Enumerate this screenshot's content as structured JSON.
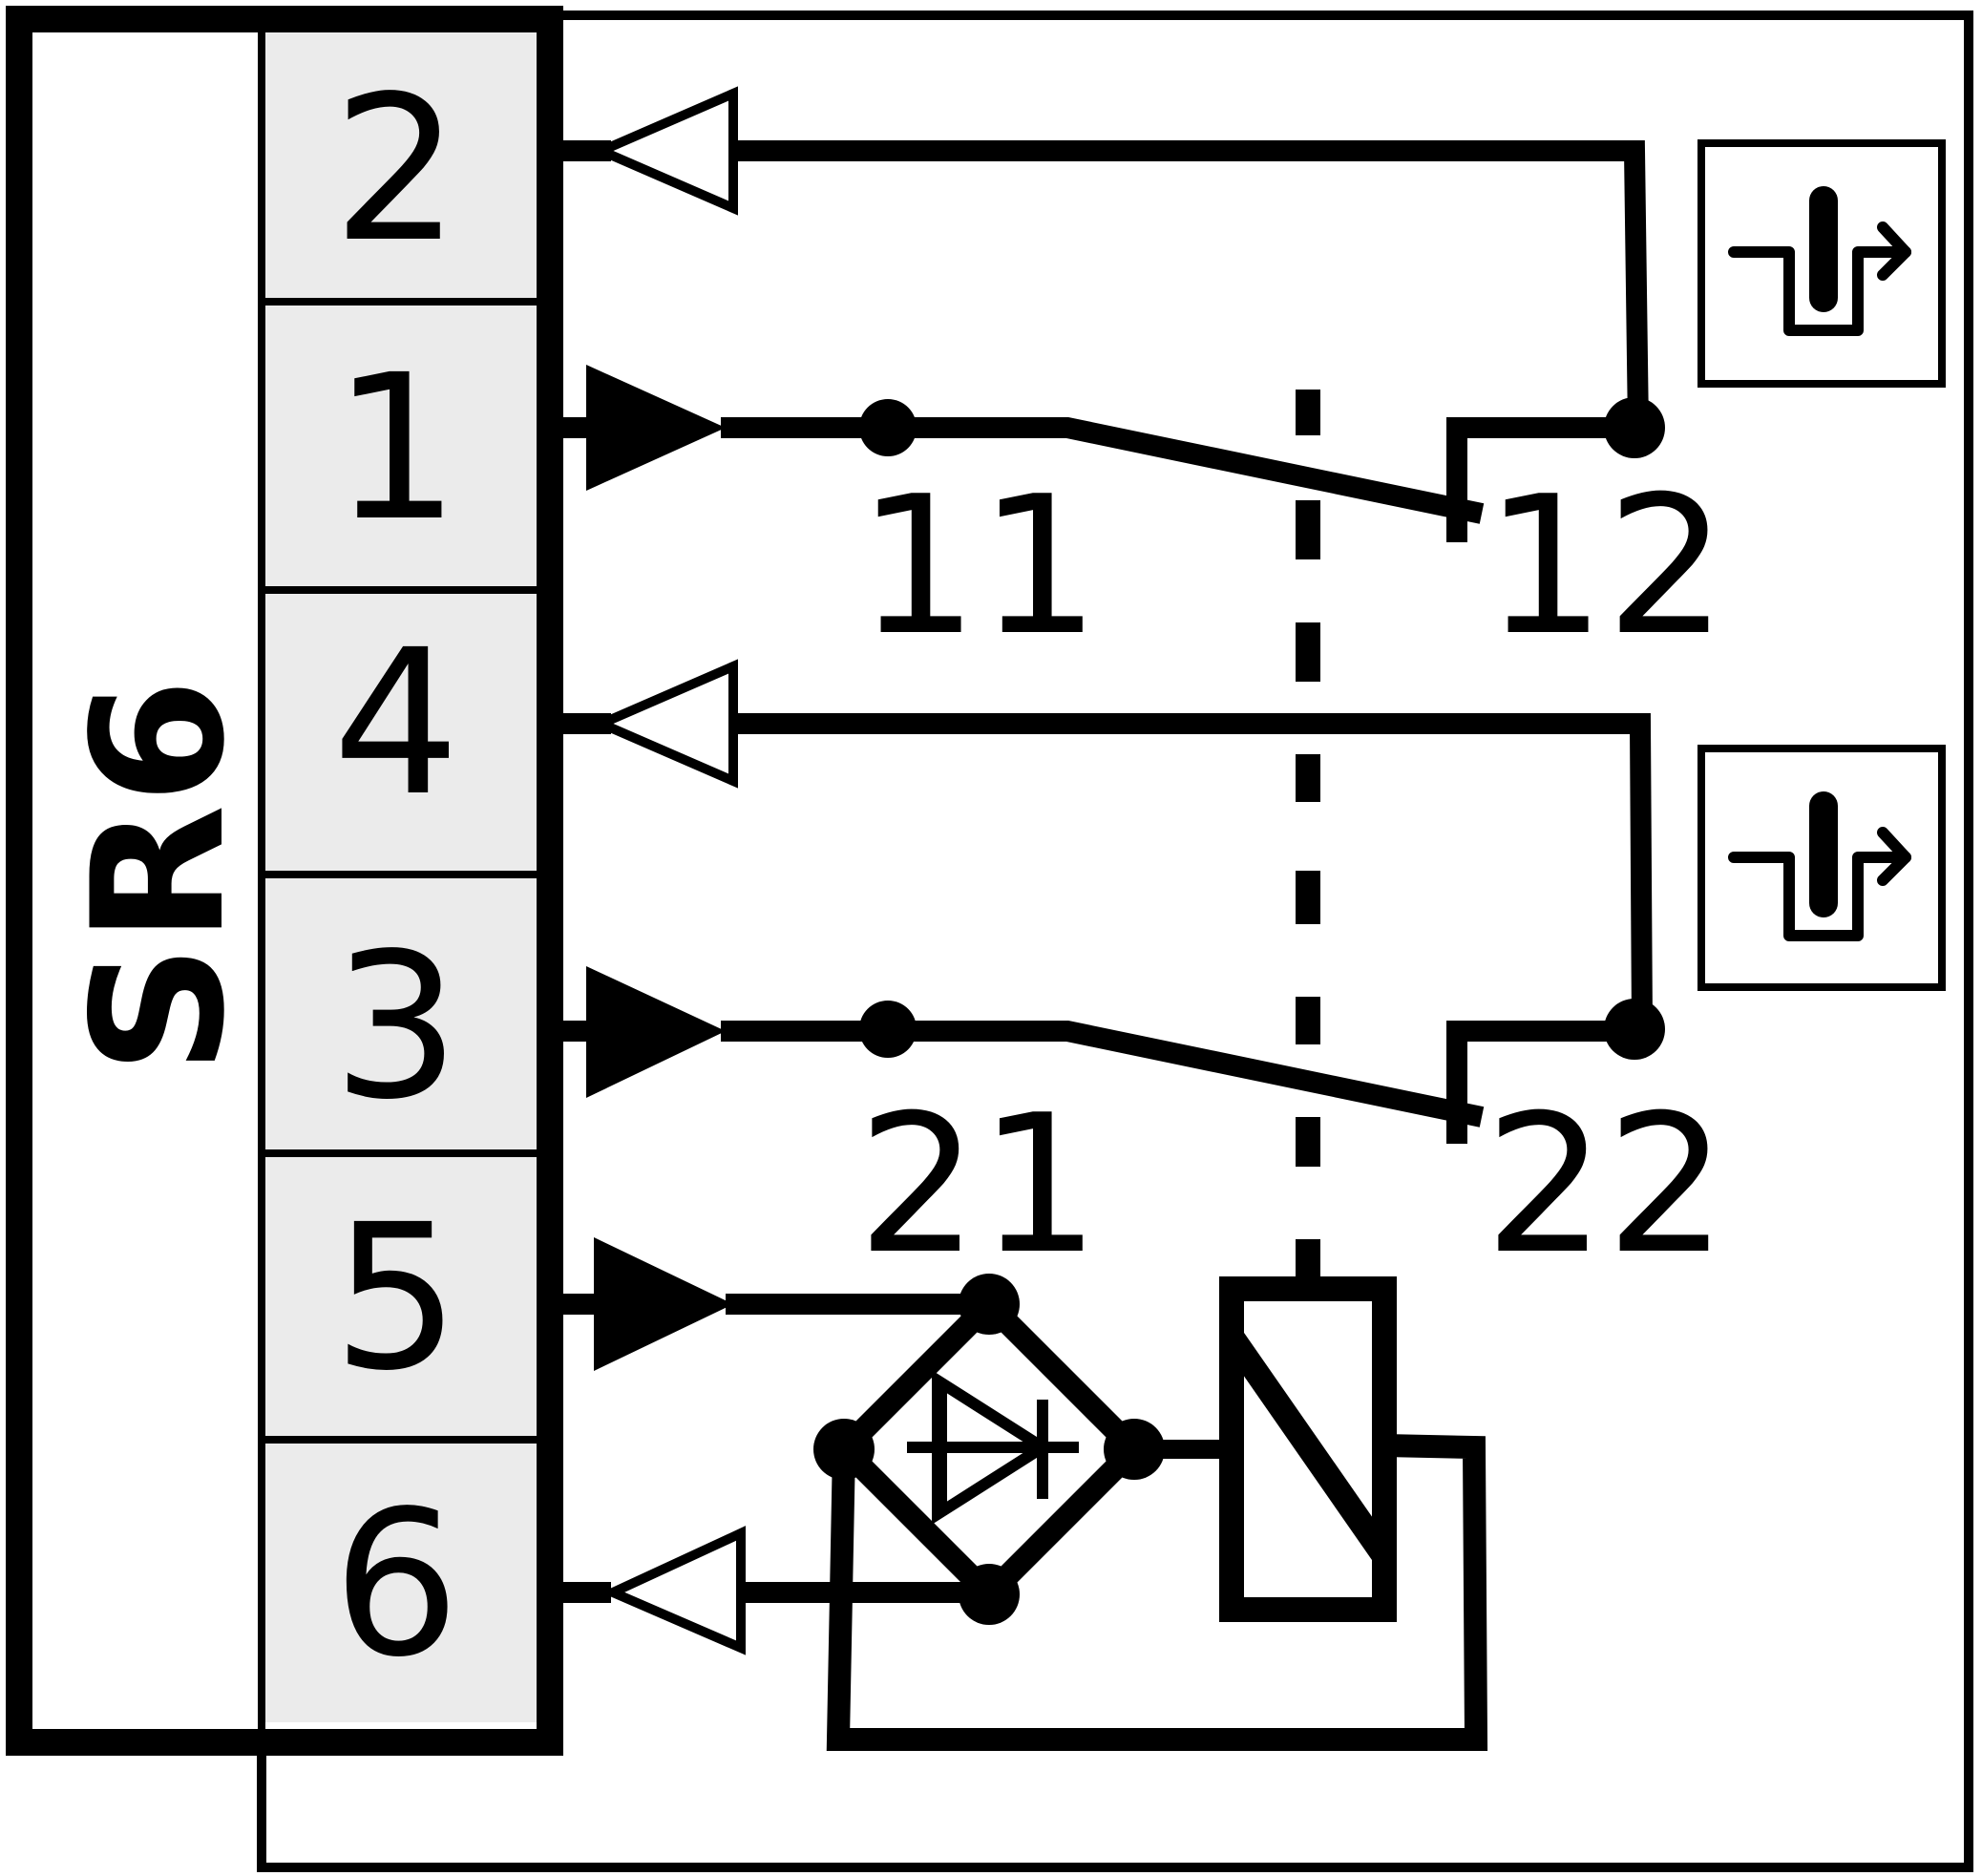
{
  "device_label": "SR6",
  "terminals": [
    {
      "label": "2"
    },
    {
      "label": "1"
    },
    {
      "label": "4"
    },
    {
      "label": "3"
    },
    {
      "label": "5"
    },
    {
      "label": "6"
    }
  ],
  "contacts": {
    "c11": "11",
    "c12": "12",
    "c21": "21",
    "c22": "22"
  },
  "colors": {
    "ink": "#000000",
    "terminal_fill": "#ebebeb",
    "background": "#ffffff"
  },
  "icons": [
    "pushbutton-symbol-icon",
    "pushbutton-symbol-icon",
    "bridge-rectifier-icon",
    "relay-coil-icon"
  ]
}
